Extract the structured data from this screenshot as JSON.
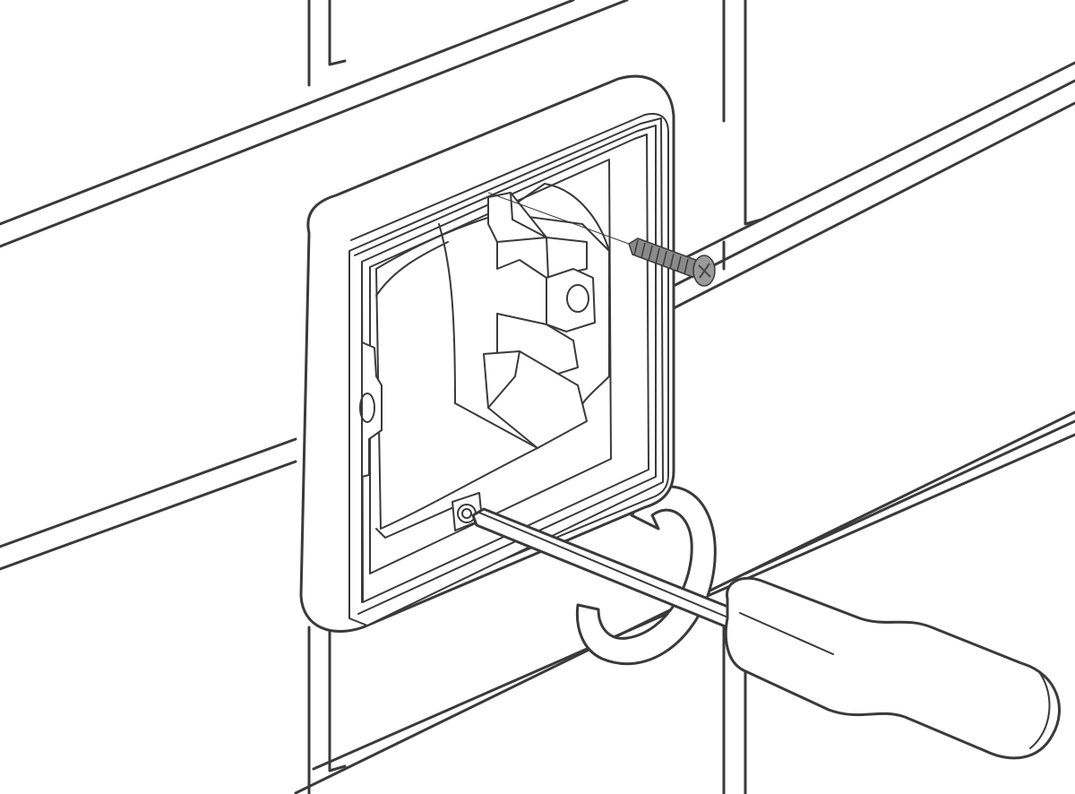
{
  "illustration": {
    "colors": {
      "background": "#ffffff",
      "line": "#3a3a3a",
      "screw_metal": "#8a8a8a",
      "screw_dark": "#4a4a4a"
    },
    "icons": [
      "tile-wall",
      "socket-frame",
      "socket-insert",
      "screw-icon",
      "screwdriver-icon",
      "circular-arrow-icon"
    ]
  }
}
